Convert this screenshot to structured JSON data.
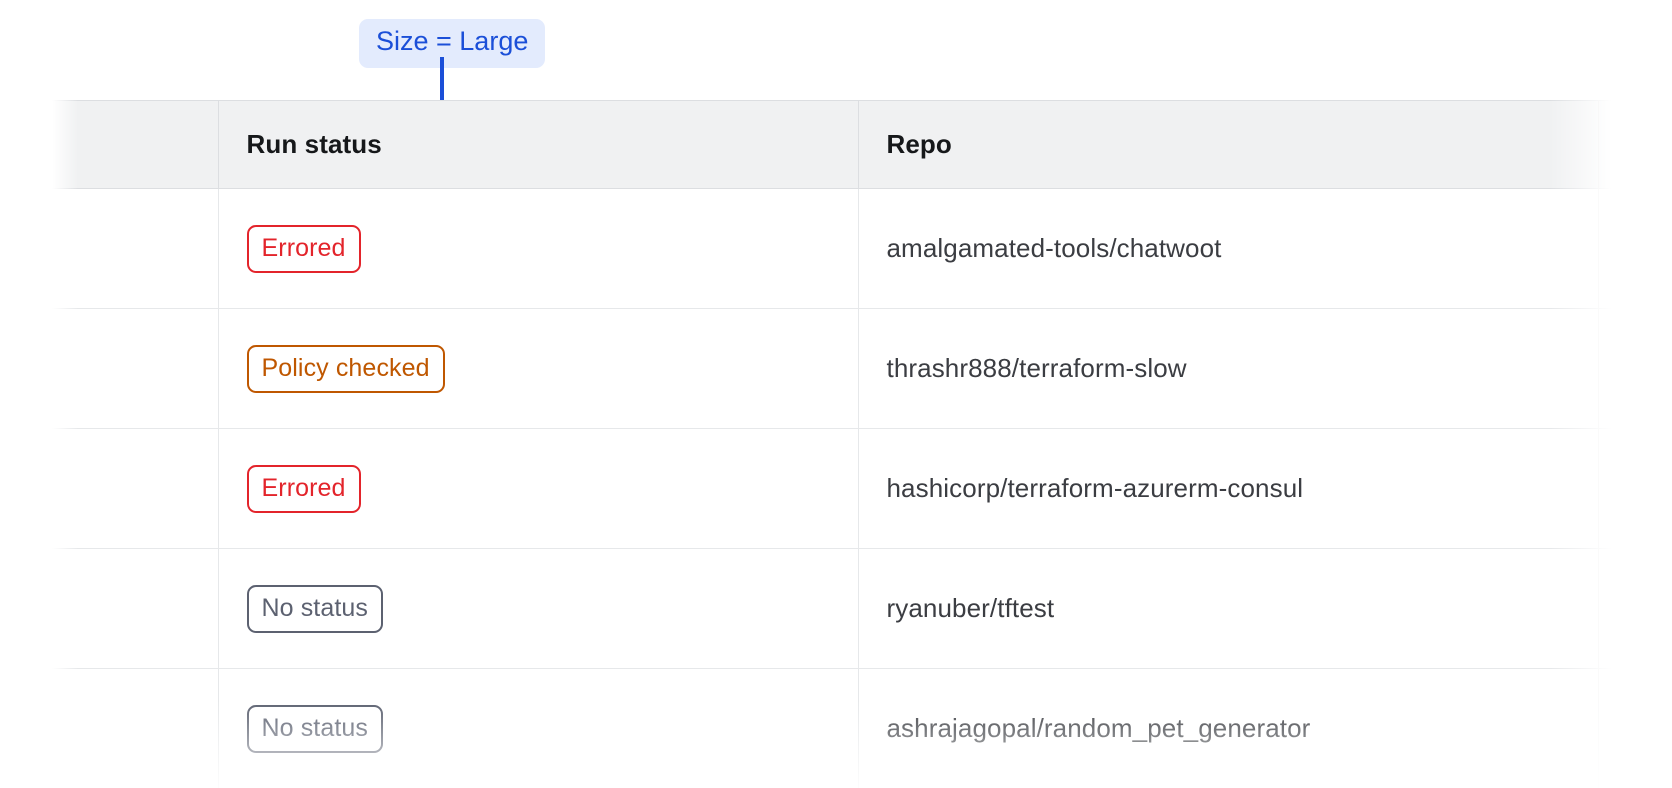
{
  "annotation": {
    "label": "Size = Large",
    "accent_color": "#1b4fd8",
    "background_color": "#e3ebfd"
  },
  "table": {
    "columns": [
      {
        "key": "select",
        "label": ""
      },
      {
        "key": "run_status",
        "label": "Run status"
      },
      {
        "key": "repo",
        "label": "Repo"
      },
      {
        "key": "extra",
        "label": ""
      }
    ],
    "rows": [
      {
        "run_status": "Errored",
        "status_kind": "errored",
        "repo": "amalgamated-tools/chatwoot"
      },
      {
        "run_status": "Policy checked",
        "status_kind": "policy-checked",
        "repo": "thrashr888/terraform-slow"
      },
      {
        "run_status": "Errored",
        "status_kind": "errored",
        "repo": "hashicorp/terraform-azurerm-consul"
      },
      {
        "run_status": "No status",
        "status_kind": "no-status",
        "repo": "ryanuber/tftest"
      },
      {
        "run_status": "No status",
        "status_kind": "no-status",
        "repo": "ashrajagopal/random_pet_generator"
      }
    ]
  },
  "status_colors": {
    "errored": "#e3242b",
    "policy_checked": "#bf5700",
    "no_status": "#5c6170"
  }
}
